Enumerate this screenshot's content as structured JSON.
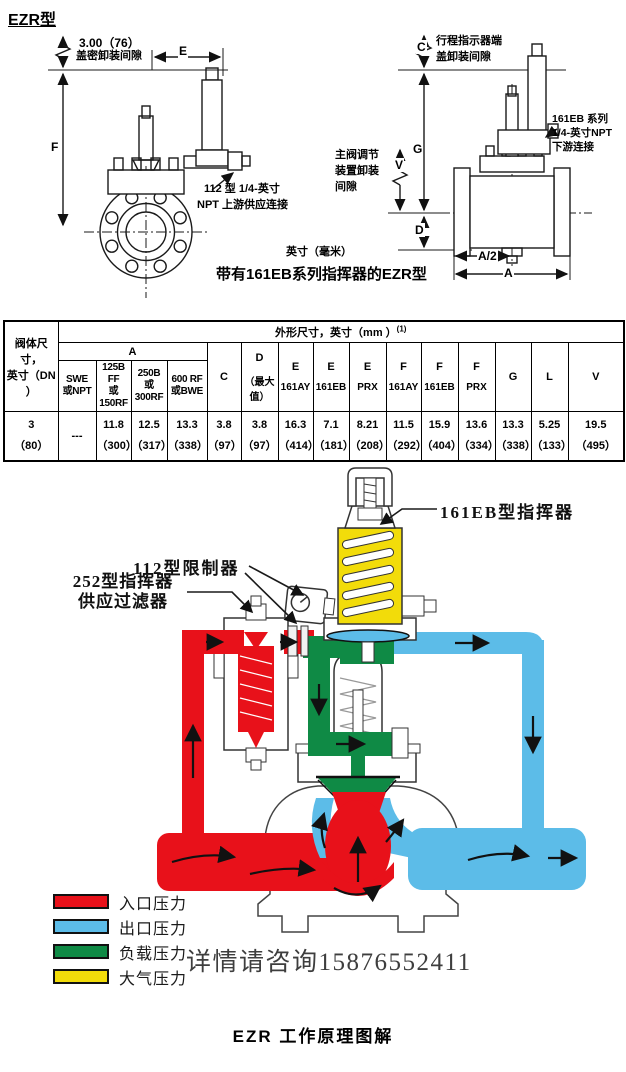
{
  "page": {
    "title": "EZR型"
  },
  "drawings": {
    "left": {
      "gap_value": "3.00（76）",
      "gap_label": "盖密卸装间隙",
      "dim_e": "E",
      "dim_f": "F",
      "conn_1": "112 型 1/4-英寸",
      "conn_2": "NPT 上游供应连接"
    },
    "right": {
      "dim_c": "C",
      "travel_1": "行程指示器端",
      "travel_2": "盖卸装间隙",
      "dim_g": "G",
      "adj_1": "主阀调节",
      "adj_2": "装置卸装",
      "adj_3": "间隙",
      "dim_v": "V",
      "dim_d": "D",
      "dim_a2": "A/2",
      "dim_a": "A",
      "conn_1": "161EB 系列",
      "conn_2": "1/4-英寸NPT",
      "conn_3": "下游连接"
    },
    "units_note": "英寸（毫米）",
    "caption": "带有161EB系列指挥器的EZR型"
  },
  "table": {
    "corner": {
      "l1": "阀体尺寸，",
      "l2": "英寸（DN ）"
    },
    "span_header": "外形尺寸，英寸（mm ）",
    "span_header_sup": "(1)",
    "group_a": "A",
    "a_subs": [
      {
        "l1": "SWE",
        "l2": "或NPT"
      },
      {
        "l1": "125B FF",
        "l2": "或150RF"
      },
      {
        "l1": "250B",
        "l2": "或300RF"
      },
      {
        "l1": "600 RF",
        "l2": "或BWE"
      }
    ],
    "cols": [
      {
        "l1": "C",
        "l2": ""
      },
      {
        "l1": "D",
        "l2": "（最大值）"
      },
      {
        "l1": "E",
        "l2": "161AY"
      },
      {
        "l1": "E",
        "l2": "161EB"
      },
      {
        "l1": "E",
        "l2": "PRX"
      },
      {
        "l1": "F",
        "l2": "161AY"
      },
      {
        "l1": "F",
        "l2": "161EB"
      },
      {
        "l1": "F",
        "l2": "PRX"
      },
      {
        "l1": "G",
        "l2": ""
      },
      {
        "l1": "L",
        "l2": ""
      },
      {
        "l1": "V",
        "l2": ""
      }
    ],
    "row": {
      "size": {
        "l1": "3",
        "l2": "（80）"
      },
      "cells": [
        {
          "l1": "---",
          "l2": ""
        },
        {
          "l1": "11.8",
          "l2": "（300）"
        },
        {
          "l1": "12.5",
          "l2": "（317）"
        },
        {
          "l1": "13.3",
          "l2": "（338）"
        },
        {
          "l1": "3.8",
          "l2": "（97）"
        },
        {
          "l1": "3.8",
          "l2": "（97）"
        },
        {
          "l1": "16.3",
          "l2": "（414）"
        },
        {
          "l1": "7.1",
          "l2": "（181）"
        },
        {
          "l1": "8.21",
          "l2": "（208）"
        },
        {
          "l1": "11.5",
          "l2": "（292）"
        },
        {
          "l1": "15.9",
          "l2": "（404）"
        },
        {
          "l1": "13.6",
          "l2": "（334）"
        },
        {
          "l1": "13.3",
          "l2": "（338）"
        },
        {
          "l1": "5.25",
          "l2": "（133）"
        },
        {
          "l1": "19.5",
          "l2": "（495）"
        }
      ]
    }
  },
  "schematic": {
    "labels": {
      "pilot": "161EB型指挥器",
      "restrictor": "112型限制器",
      "filter_1": "252型指挥器",
      "filter_2": "供应过滤器"
    },
    "legend": [
      {
        "label": "入口压力",
        "color": "#e8111a"
      },
      {
        "label": "出口压力",
        "color": "#5cbce8"
      },
      {
        "label": "负载压力",
        "color": "#0f8a45"
      },
      {
        "label": "大气压力",
        "color": "#f2dc0a"
      }
    ],
    "watermark": "详情请咨询15876552411",
    "caption": "EZR 工作原理图解"
  }
}
